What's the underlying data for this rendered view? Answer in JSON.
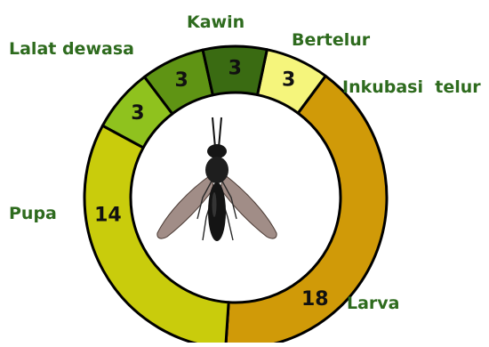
{
  "stages": [
    {
      "key": "inkubasi",
      "label": "Inkubasi  telur",
      "days": "3",
      "value": 3,
      "color": "#f5f57c"
    },
    {
      "key": "larva",
      "label": "Larva",
      "days": "18",
      "value": 18,
      "color": "#d09a08"
    },
    {
      "key": "pupa",
      "label": "Pupa",
      "days": "14",
      "value": 14,
      "color": "#c9cc0c"
    },
    {
      "key": "dewasa",
      "label": "Lalat dewasa",
      "days": "3",
      "value": 3,
      "color": "#8fc21e"
    },
    {
      "key": "kawin",
      "label": "Kawin",
      "days": "3",
      "value": 3,
      "color": "#5f9414"
    },
    {
      "key": "bertelur",
      "label": "Bertelur",
      "days": "3",
      "value": 3,
      "color": "#3a6b12"
    }
  ],
  "colors": {
    "label_text": "#2e6b1e",
    "number_text": "#111111",
    "ring_stroke": "#000000"
  },
  "center_icon": "black-soldier-fly-icon"
}
